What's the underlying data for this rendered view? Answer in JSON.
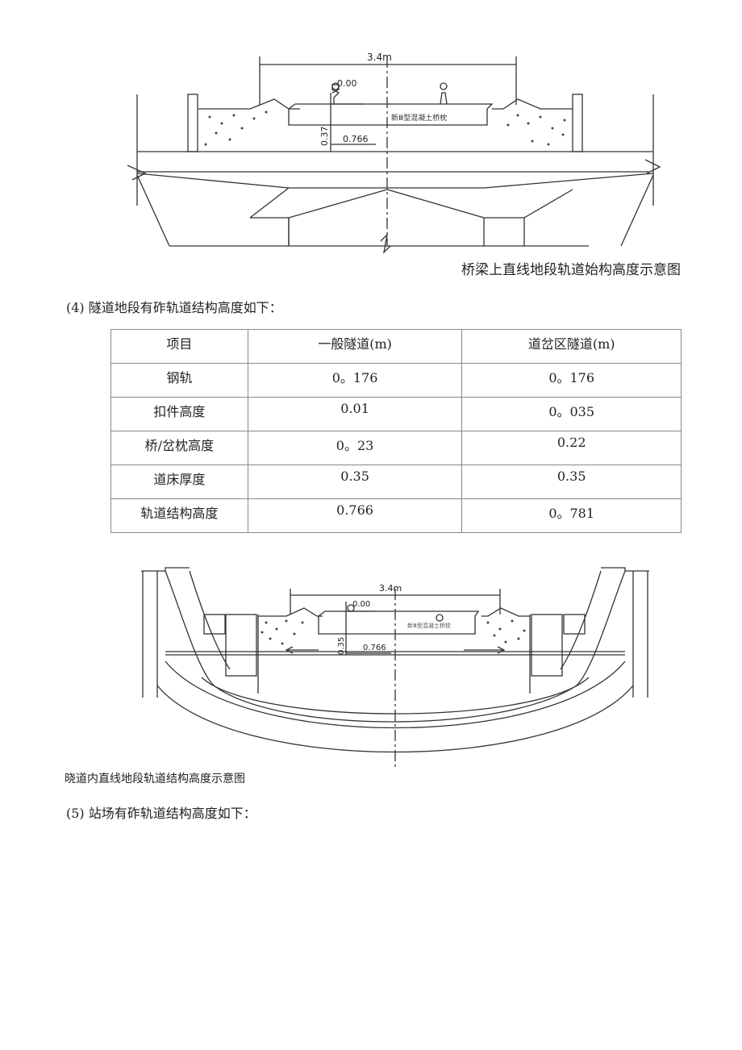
{
  "figure1": {
    "dim_width": "3.4m",
    "dim_top": "0.00",
    "dim_depth": "0.37",
    "dim_total": "0.766",
    "sleeper_label": "新Ⅲ型混凝土桥枕",
    "caption": "桥梁上直线地段轨道始构高度示意图"
  },
  "section4": {
    "heading": "(4) 隧道地段有砟轨道结构高度如下：",
    "table": {
      "headers": [
        "项目",
        "一般隧道(m)",
        "道岔区隧道(m)"
      ],
      "rows": [
        [
          "钢轨",
          "0。176",
          "0。176"
        ],
        [
          "扣件高度",
          "0.01",
          "0。035"
        ],
        [
          "桥/岔枕高度",
          "0。23",
          "0.22"
        ],
        [
          "道床厚度",
          "0.35",
          "0.35"
        ],
        [
          "轨道结构高度",
          "0.766",
          "0。781"
        ]
      ]
    }
  },
  "figure2": {
    "dim_width": "3.4m",
    "dim_top": "0.00",
    "dim_depth": "0.35",
    "dim_total": "0.766",
    "sleeper_label": "新Ⅲ型混凝土桥枕",
    "caption": "晓道内直线地段轨道结构高度示意图"
  },
  "section5": {
    "heading": "(5) 站场有砟轨道结构高度如下："
  }
}
